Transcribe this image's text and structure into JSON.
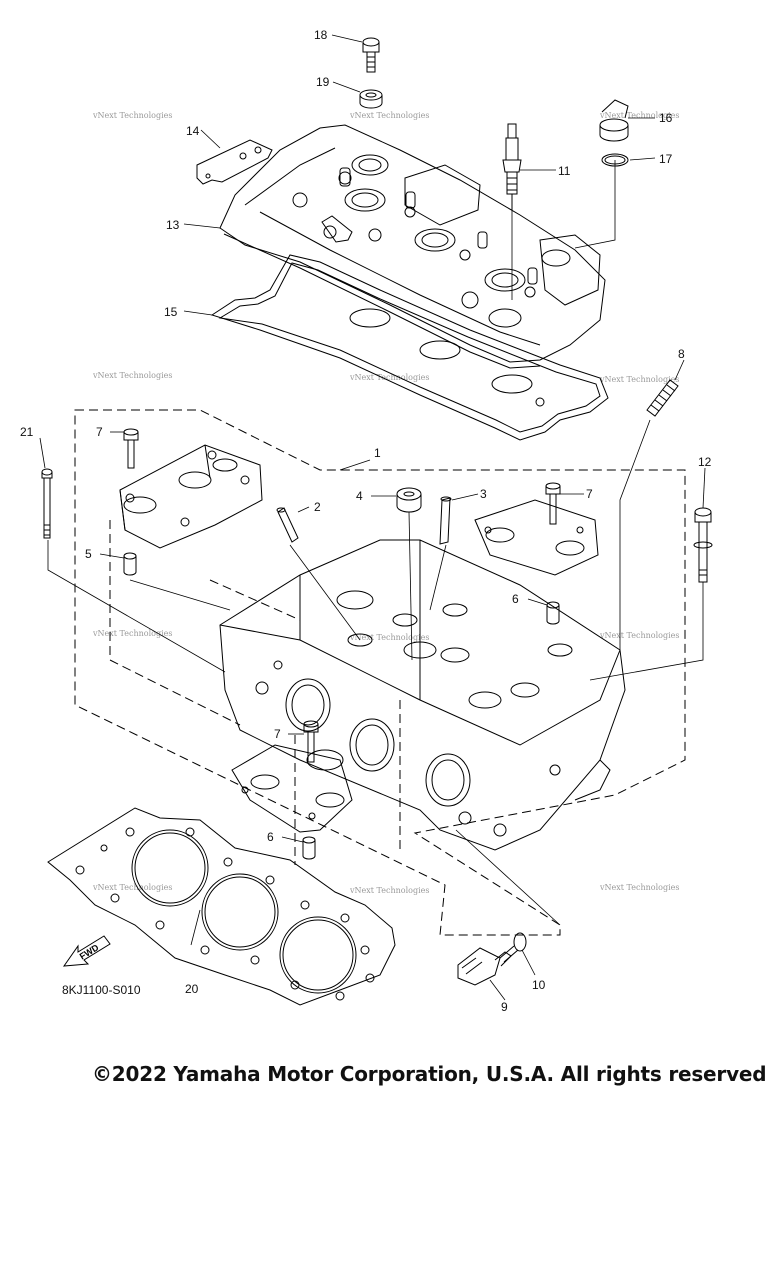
{
  "diagram": {
    "callouts": [
      "1",
      "2",
      "3",
      "4",
      "5",
      "6",
      "6",
      "7",
      "7",
      "7",
      "8",
      "9",
      "10",
      "11",
      "12",
      "13",
      "14",
      "15",
      "16",
      "17",
      "18",
      "19",
      "20",
      "21"
    ],
    "part_code": "8KJ1100-S010",
    "fwd_label": "FWD",
    "watermark": "vNext Technologies"
  },
  "footer": {
    "copyright": "©2022 Yamaha Motor Corporation, U.S.A. All rights reserved."
  }
}
